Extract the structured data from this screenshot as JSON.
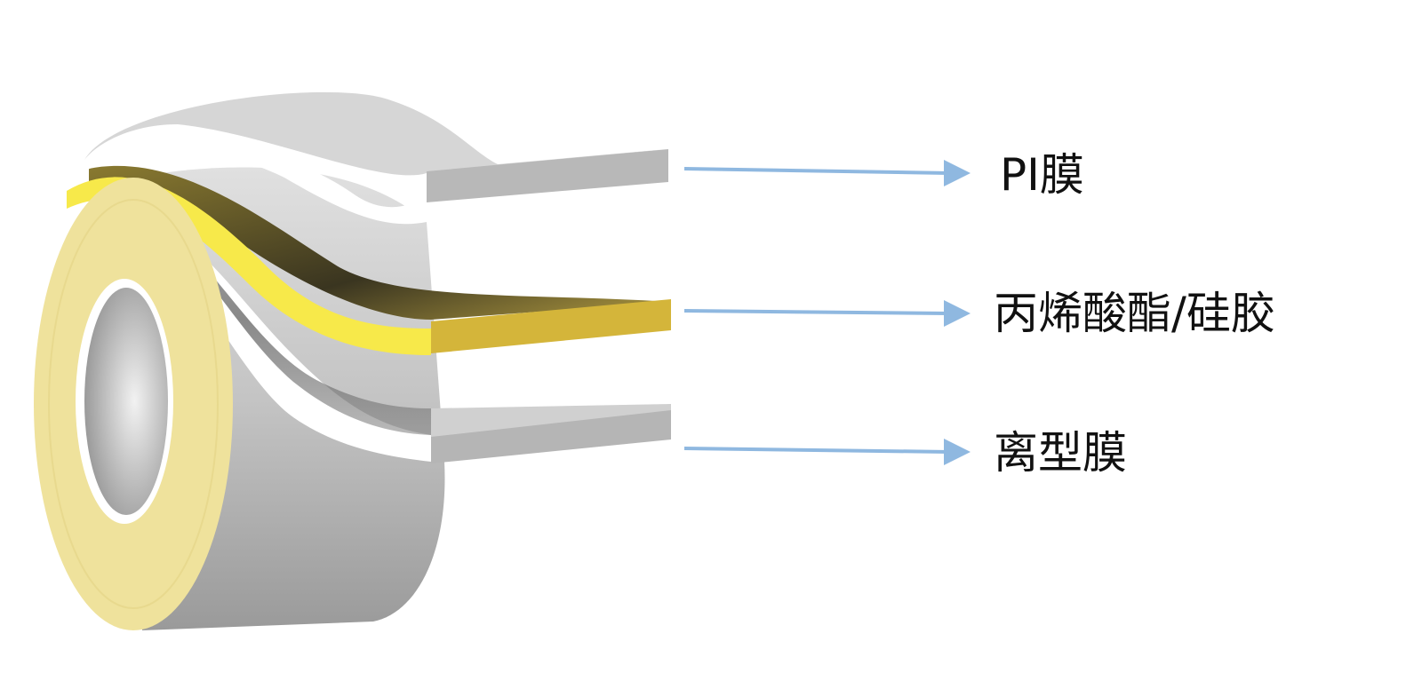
{
  "diagram": {
    "layers": [
      {
        "label": "PI膜",
        "color": "#b8b8b8"
      },
      {
        "label": "丙烯酸酯/硅胶",
        "color": "#d9b83a"
      },
      {
        "label": "离型膜",
        "color": "#b8b8b8"
      }
    ],
    "arrow_color": "#8fb8e0",
    "roll_face_color": "#efe29c"
  }
}
